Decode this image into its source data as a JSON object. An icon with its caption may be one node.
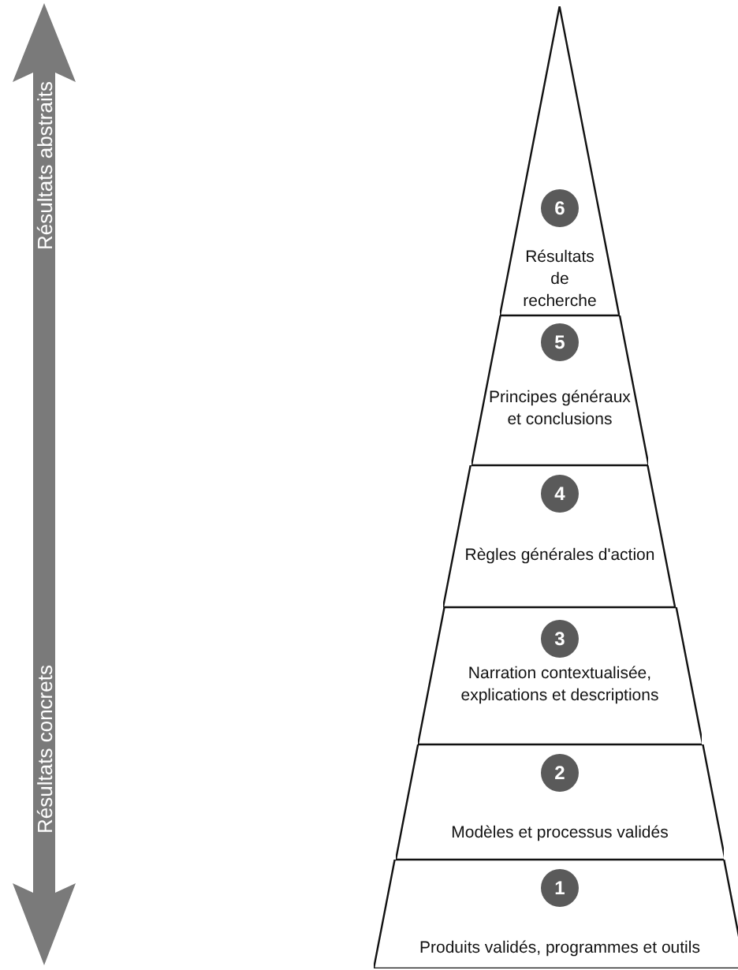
{
  "diagram": {
    "nodes": [
      {
        "text": [
          "6",
          "Résultats de recherche"
        ]
      },
      {
        "text": [
          "5",
          "Principes généraux et conclusions"
        ]
      },
      {
        "text": [
          "4",
          "Règles générales d'action"
        ]
      },
      {
        "text": [
          "3",
          "Narration contextualisée, explications et descriptions"
        ]
      },
      {
        "text": [
          "2",
          "Modèles et processus validés"
        ]
      },
      {
        "text": [
          "1",
          "Produits validés, programmes et outils"
        ]
      }
    ],
    "edges": [],
    "labels": [
      "Résultats abstraits",
      "Résultats concrets"
    ]
  }
}
